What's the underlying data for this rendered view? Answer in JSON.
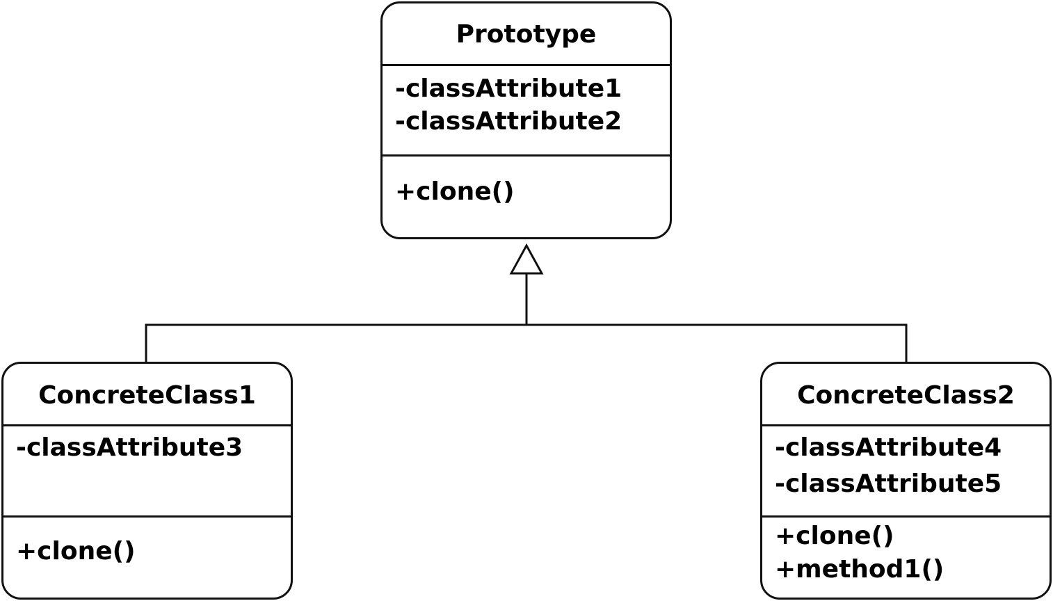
{
  "diagram": {
    "prototype": {
      "name": "Prototype",
      "attributes": [
        "-classAttribute1",
        "-classAttribute2"
      ],
      "methods": [
        "+clone()"
      ]
    },
    "concrete1": {
      "name": "ConcreteClass1",
      "attributes": [
        "-classAttribute3"
      ],
      "methods": [
        "+clone()"
      ]
    },
    "concrete2": {
      "name": "ConcreteClass2",
      "attributes": [
        "-classAttribute4",
        "-classAttribute5"
      ],
      "methods": [
        "+clone()",
        "+method1()"
      ]
    },
    "relationships": [
      {
        "type": "generalization",
        "from": "ConcreteClass1",
        "to": "Prototype"
      },
      {
        "type": "generalization",
        "from": "ConcreteClass2",
        "to": "Prototype"
      }
    ]
  }
}
